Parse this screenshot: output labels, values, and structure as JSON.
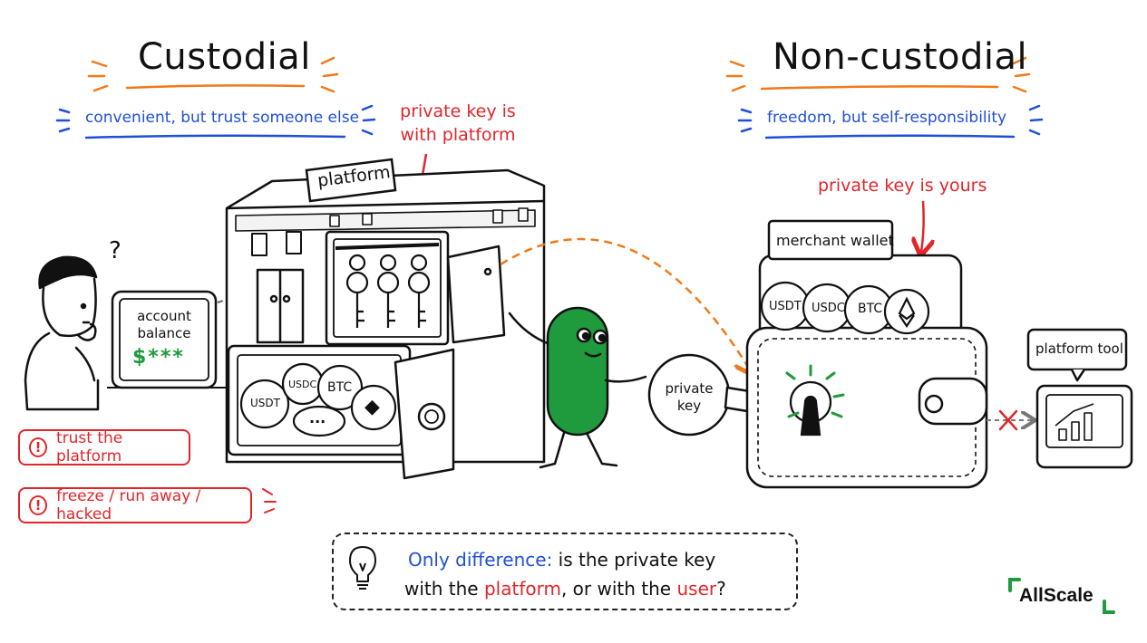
{
  "colors": {
    "ink": "#111111",
    "accent_orange": "#f07a1a",
    "accent_blue": "#1f4fd8",
    "alert_red": "#e0262b",
    "mascot_green": "#1f9a3c",
    "balance_green": "#1f9a3c"
  },
  "custodial": {
    "title": "Custodial",
    "subtitle": "convenient, but trust someone else",
    "key_note_line1": "private key is",
    "key_note_line2": "with platform",
    "building_sign": "platform",
    "device_line1": "account",
    "device_line2": "balance",
    "device_value": "$***",
    "question_mark": "?",
    "coins": [
      "USDT",
      "USDC",
      "BTC",
      "...",
      "ETH"
    ],
    "warnings": [
      "trust the platform",
      "freeze / run away / hacked"
    ]
  },
  "non_custodial": {
    "title": "Non-custodial",
    "subtitle": "freedom, but self-responsibility",
    "key_note": "private key is yours",
    "wallet_label": "merchant wallet",
    "coins": [
      "USDT",
      "USDC",
      "BTC",
      "ETH"
    ],
    "tool_label": "platform tool"
  },
  "key_label_line1": "private",
  "key_label_line2": "key",
  "footer": {
    "lead": "Only difference:",
    "rest1": "is the private key",
    "line2_a": "with the",
    "platform_word": "platform",
    "line2_b": ", or with the",
    "user_word": "user",
    "line2_end": "?"
  },
  "brand": {
    "name": "AllScale"
  }
}
